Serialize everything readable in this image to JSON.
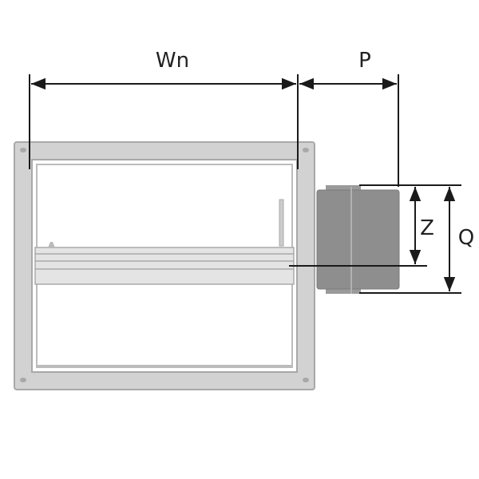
{
  "diagram": {
    "labels": {
      "width": "Wn",
      "depth": "P",
      "z_height": "Z",
      "q_height": "Q"
    },
    "colors": {
      "frame": "#d2d2d2",
      "frame_stroke": "#a8a8a8",
      "blade": "#e4e4e4",
      "actuator": "#8e8e8e",
      "dimension": "#1a1a1a"
    }
  }
}
